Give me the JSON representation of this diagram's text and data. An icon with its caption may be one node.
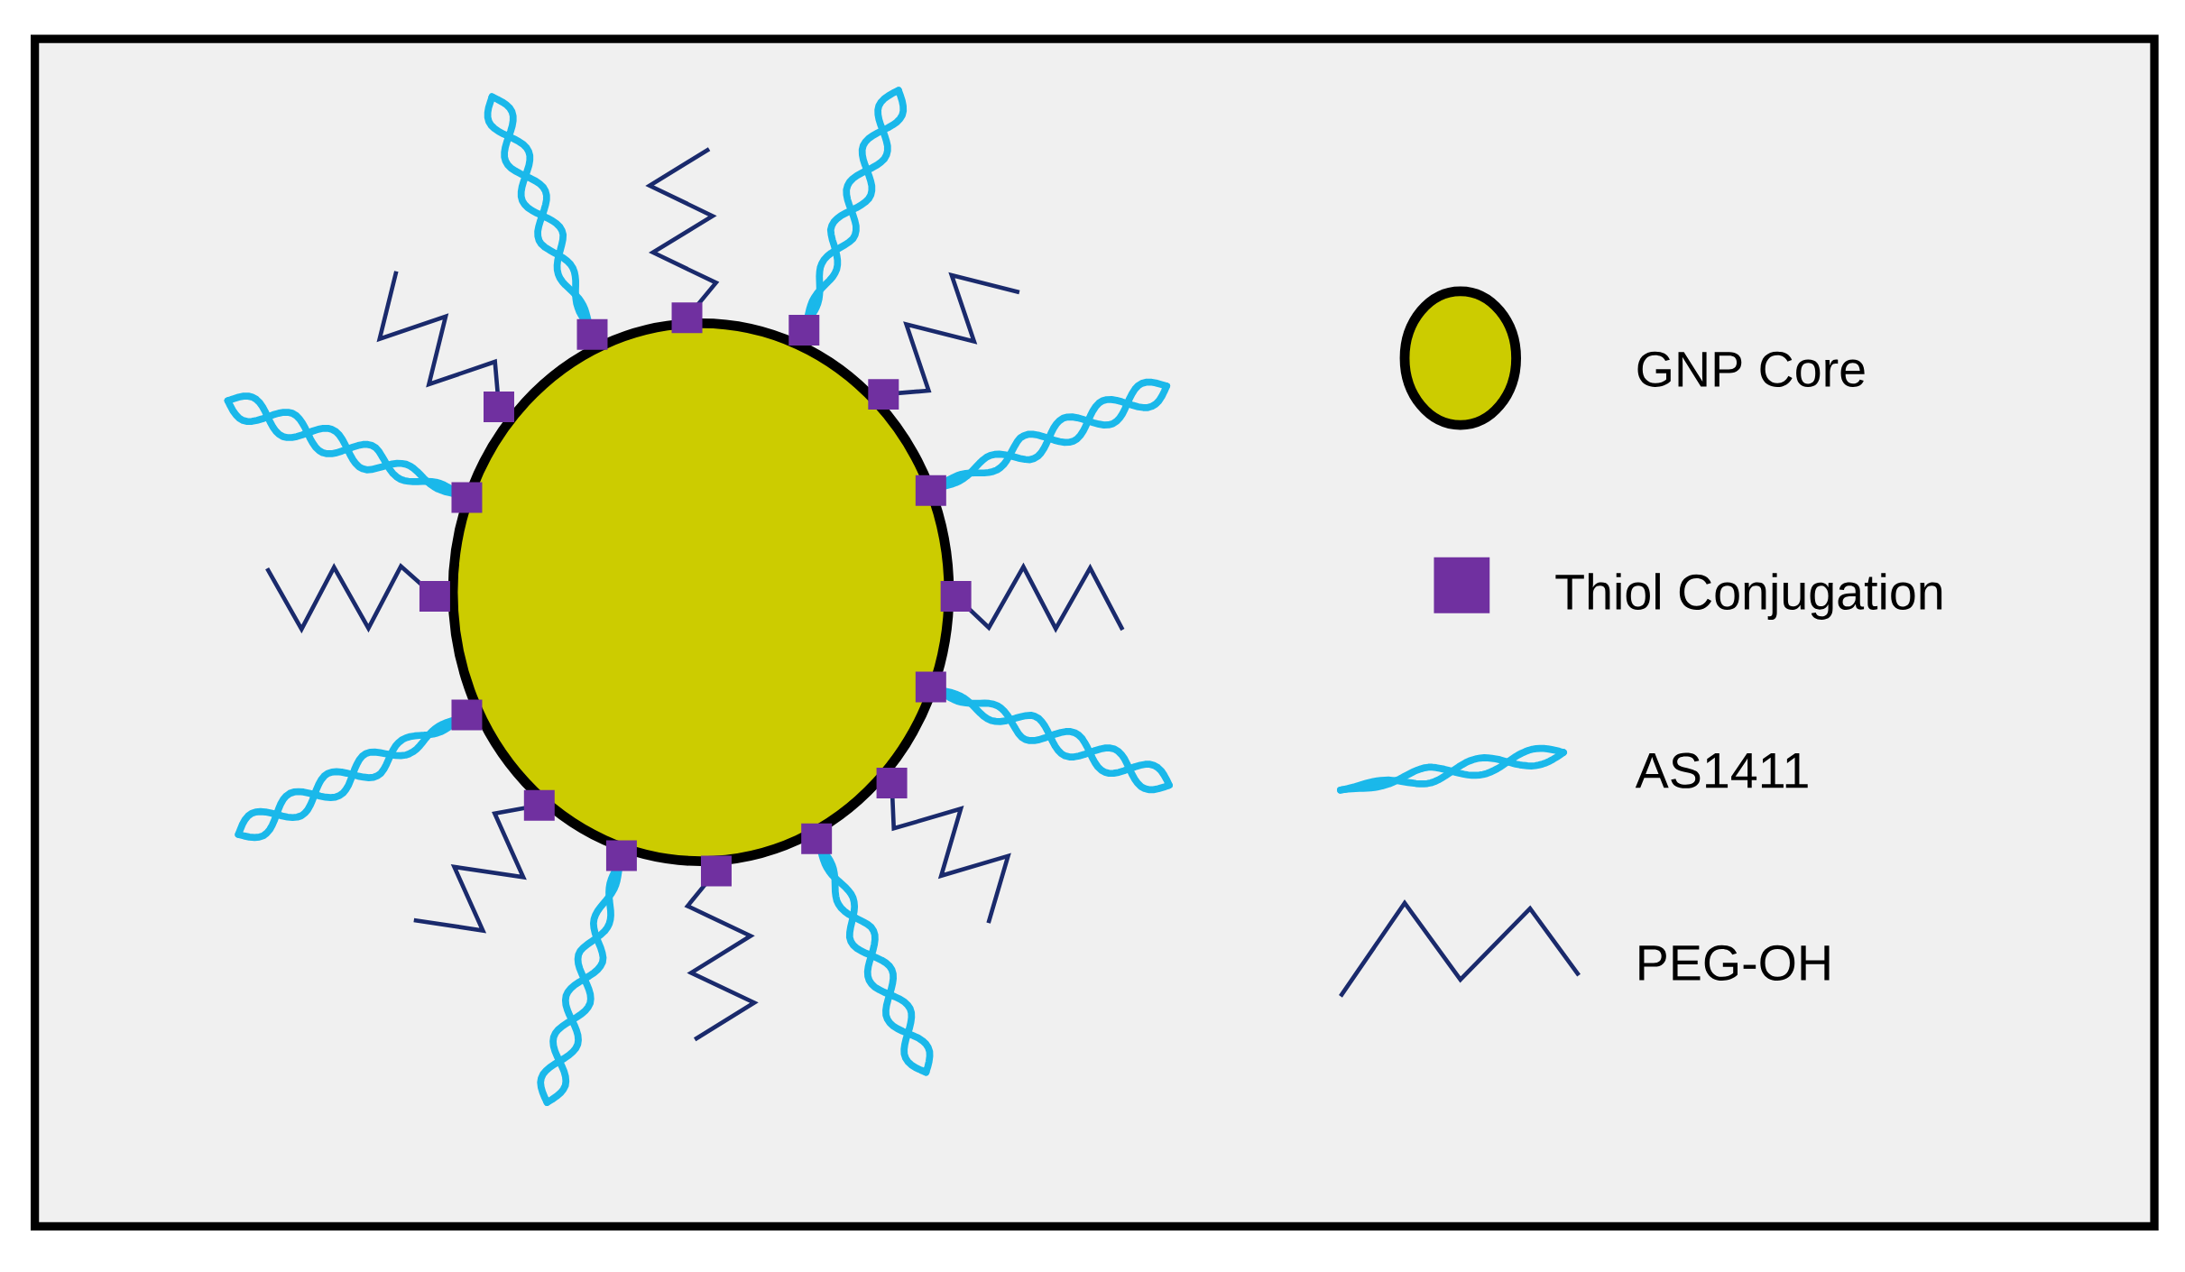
{
  "diagram": {
    "legend": [
      {
        "text": "GNP Core",
        "color": "#cccc00"
      },
      {
        "text": "Thiol Conjugation",
        "color": "#7030a0"
      },
      {
        "text": "AS1411"
      },
      {
        "text": "PEG-OH"
      }
    ]
  }
}
